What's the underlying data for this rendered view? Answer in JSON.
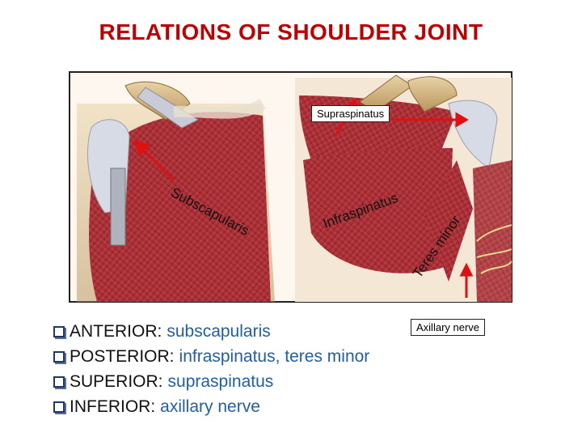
{
  "title": "RELATIONS OF SHOULDER JOINT",
  "labels": {
    "supraspinatus": "Supraspinatus",
    "axillary_nerve": "Axillary nerve",
    "subscapularis_curved": "Subscapularis",
    "infraspinatus_curved": "Infraspinatus",
    "teres_minor_curved": "Teres minor"
  },
  "relations": [
    {
      "key": "ANTERIOR:",
      "value": "subscapularis"
    },
    {
      "key": "POSTERIOR:",
      "value": "infraspinatus, teres minor"
    },
    {
      "key": "SUPERIOR:",
      "value": "supraspinatus"
    },
    {
      "key": "INFERIOR:",
      "value": "axillary nerve"
    }
  ],
  "colors": {
    "title": "#c00000",
    "key": "#111111",
    "value": "#1f5fa8",
    "arrow": "#e01010",
    "muscle": "#b8333a"
  }
}
